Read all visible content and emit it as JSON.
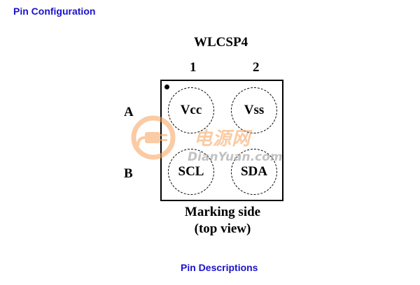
{
  "headings": {
    "pin_configuration": "Pin Configuration",
    "pin_descriptions": "Pin Descriptions"
  },
  "diagram": {
    "package_name": "WLCSP4",
    "columns": [
      "1",
      "2"
    ],
    "rows": [
      "A",
      "B"
    ],
    "pins": {
      "A1": "Vcc",
      "A2": "Vss",
      "B1": "SCL",
      "B2": "SDA"
    },
    "caption_line1": "Marking side",
    "caption_line2": "(top view)"
  },
  "watermark": {
    "brand_cn": "电源网",
    "url": "DianYuan.com",
    "colors": {
      "logo": "#f6a25a",
      "url": "#9a9a9a"
    }
  },
  "colors": {
    "heading": "#1a12c8",
    "diagram": "#000000"
  }
}
